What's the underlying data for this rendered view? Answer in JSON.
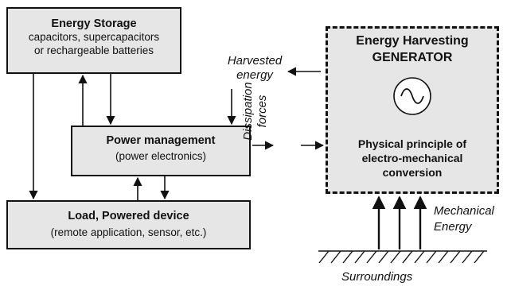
{
  "storage": {
    "title": "Energy Storage",
    "line1": "capacitors, supercapacitors",
    "line2": "or rechargeable batteries"
  },
  "power_management": {
    "title": "Power management",
    "subtitle": "(power electronics)"
  },
  "load": {
    "title": "Load, Powered device",
    "subtitle": "(remote application, sensor, etc.)"
  },
  "generator": {
    "title_line1": "Energy Harvesting",
    "title_line2": "GENERATOR",
    "principle_line1": "Physical principle of",
    "principle_line2": "electro-mechanical",
    "principle_line3": "conversion",
    "symbol": "ac-source-icon"
  },
  "labels": {
    "harvested_line1": "Harvested",
    "harvested_line2": "energy",
    "dissipation_line1": "Dissipation",
    "dissipation_line2": "forces",
    "mechanical_line1": "Mechanical",
    "mechanical_line2": "Energy",
    "surroundings": "Surroundings"
  },
  "colors": {
    "box_fill": "#e6e6e6",
    "stroke": "#111111"
  }
}
